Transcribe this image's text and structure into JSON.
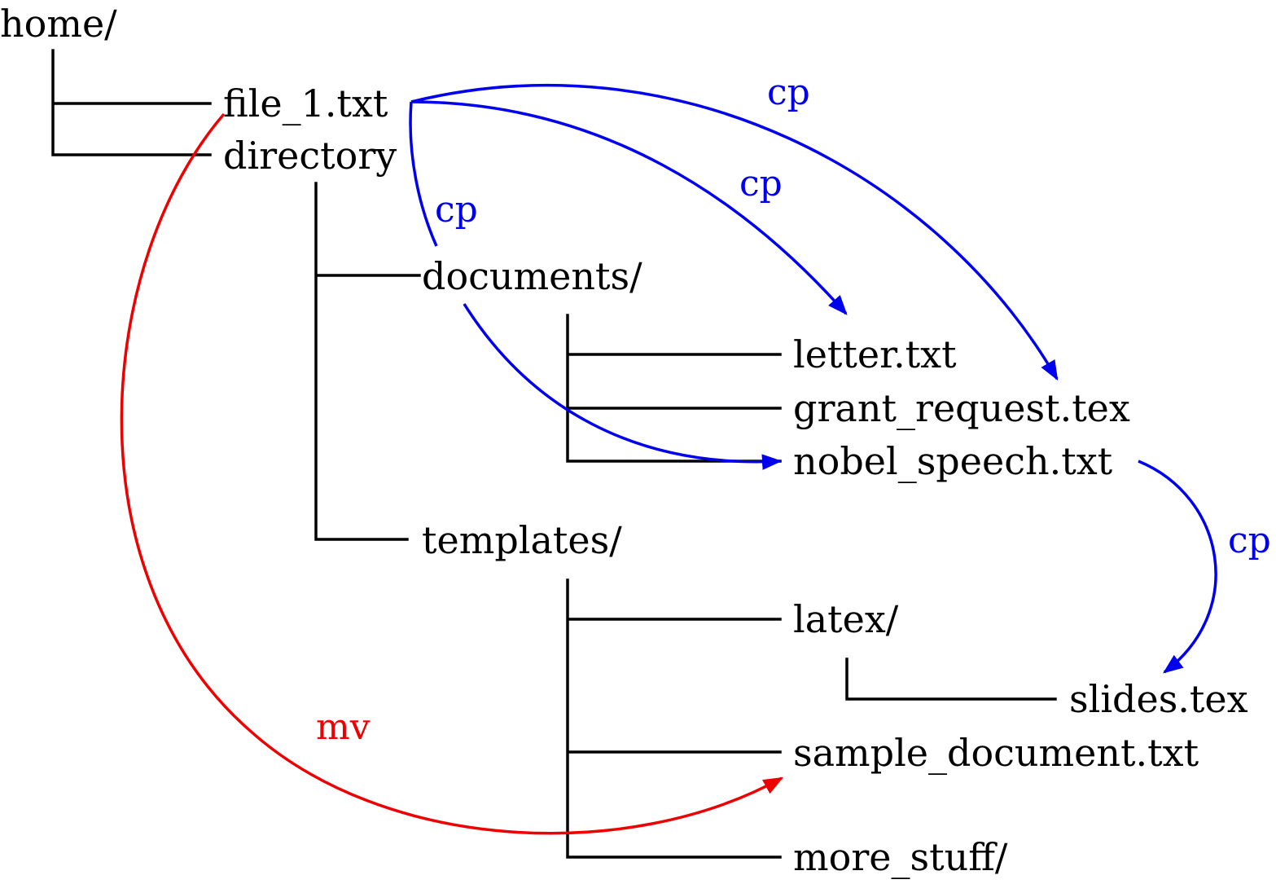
{
  "diagram": {
    "nodes": {
      "home": "home/",
      "file_1": "file_1.txt",
      "directory": "directory",
      "documents": "documents/",
      "letter": "letter.txt",
      "grant_request": "grant_request.tex",
      "nobel_speech": "nobel_speech.txt",
      "templates": "templates/",
      "latex": "latex/",
      "slides": "slides.tex",
      "sample_document": "sample_document.txt",
      "more_stuff": "more_stuff/"
    },
    "operations": [
      {
        "label": "cp",
        "from": "file_1.txt",
        "to": "grant_request.tex",
        "color": "#0000ee"
      },
      {
        "label": "cp",
        "from": "file_1.txt",
        "to": "letter.txt",
        "color": "#0000ee"
      },
      {
        "label": "cp",
        "from": "file_1.txt",
        "to": "nobel_speech.txt",
        "color": "#0000ee"
      },
      {
        "label": "cp",
        "from": "nobel_speech.txt",
        "to": "slides.tex",
        "color": "#0000ee"
      },
      {
        "label": "mv",
        "from": "file_1.txt",
        "to": "sample_document.txt",
        "color": "#ee0000"
      }
    ],
    "colors": {
      "tree": "#000000",
      "copy": "#0000ee",
      "move": "#ee0000"
    }
  }
}
